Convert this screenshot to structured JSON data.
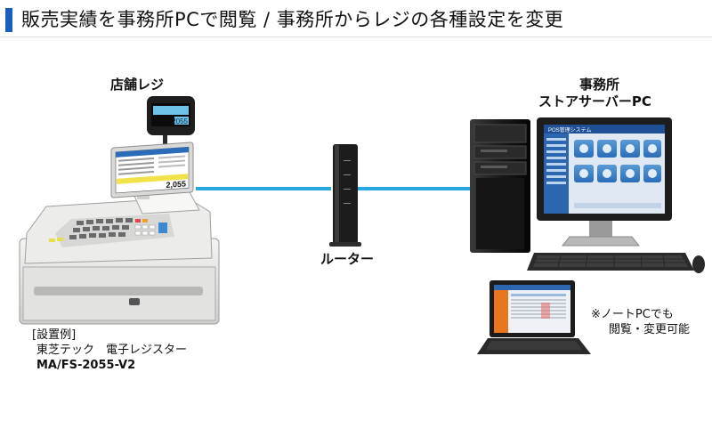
{
  "header": {
    "title": "販売実績を事務所PCで閲覧 / 事務所からレジの各種設定を変更",
    "accent_color": "#1a5fbf"
  },
  "store": {
    "label": "店舗レジ",
    "display_total": "2055",
    "register_screen_total": "2,055",
    "example_lines": [
      "[設置例]",
      "東芝テック　電子レジスター",
      "MA/FS-2055-V2"
    ]
  },
  "router": {
    "label": "ルーター"
  },
  "office": {
    "label_line1": "事務所",
    "label_line2": "ストアサーバーPC",
    "monitor_title": "POS管理システム",
    "note_line1": "※ノートPCでも",
    "note_line2": "閲覧・変更可能"
  },
  "connection_color": "#29a8e0"
}
